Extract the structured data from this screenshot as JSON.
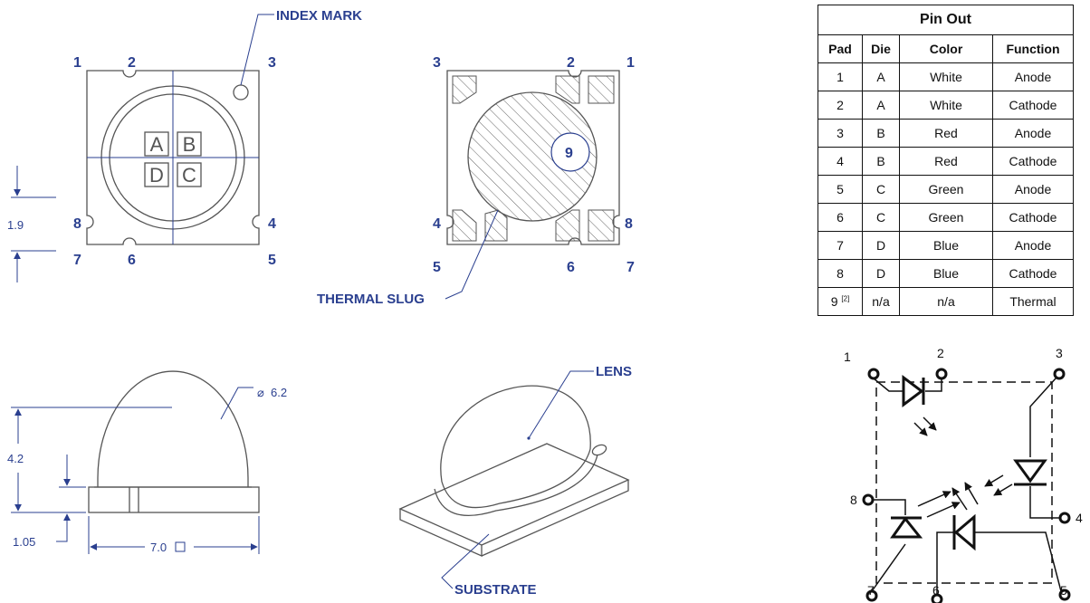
{
  "callouts": {
    "index_mark": "INDEX MARK",
    "thermal_slug": "THERMAL SLUG",
    "lens": "LENS",
    "substrate": "SUBSTRATE"
  },
  "top_view": {
    "pins": {
      "p1": "1",
      "p2": "2",
      "p3": "3",
      "p4": "4",
      "p5": "5",
      "p6": "6",
      "p7": "7",
      "p8": "8"
    },
    "dies": {
      "a": "A",
      "b": "B",
      "c": "C",
      "d": "D"
    },
    "dim_pitch": "1.9"
  },
  "bottom_view": {
    "pins": {
      "p1": "1",
      "p2": "2",
      "p3": "3",
      "p4": "4",
      "p5": "5",
      "p6": "6",
      "p7": "7",
      "p8": "8",
      "p9": "9"
    }
  },
  "side_view": {
    "diameter": "6.2",
    "height": "4.2",
    "base_height": "1.05",
    "width": "7.0"
  },
  "table": {
    "title": "Pin Out",
    "headers": [
      "Pad",
      "Die",
      "Color",
      "Function"
    ],
    "rows": [
      [
        "1",
        "A",
        "White",
        "Anode"
      ],
      [
        "2",
        "A",
        "White",
        "Cathode"
      ],
      [
        "3",
        "B",
        "Red",
        "Anode"
      ],
      [
        "4",
        "B",
        "Red",
        "Cathode"
      ],
      [
        "5",
        "C",
        "Green",
        "Anode"
      ],
      [
        "6",
        "C",
        "Green",
        "Cathode"
      ],
      [
        "7",
        "D",
        "Blue",
        "Anode"
      ],
      [
        "8",
        "D",
        "Blue",
        "Cathode"
      ]
    ],
    "last_row": {
      "pad": "9",
      "pad_note": "[2]",
      "die": "n/a",
      "color": "n/a",
      "function": "Thermal"
    }
  },
  "schematic": {
    "pins": {
      "p1": "1",
      "p2": "2",
      "p3": "3",
      "p4": "4",
      "p5": "5",
      "p6": "6",
      "p7": "7",
      "p8": "8"
    }
  },
  "colors": {
    "callout_blue": "#2a3f8f",
    "outline": "#555555"
  }
}
